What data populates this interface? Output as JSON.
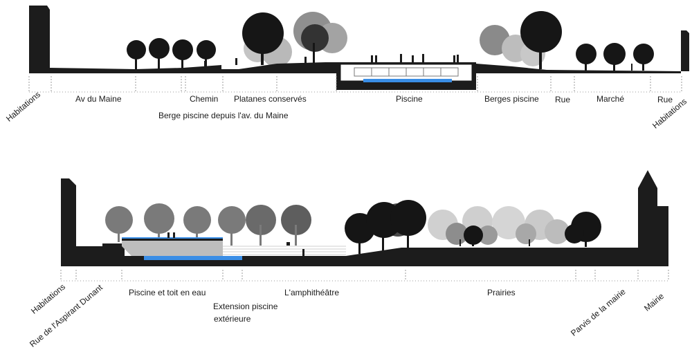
{
  "section_top": {
    "labels": {
      "habitations_left": "Habitations",
      "av_du_maine": "Av du Maine",
      "chemin": "Chemin",
      "platanes": "Platanes conservés",
      "berge_piscine_maine": "Berge piscine depuis l'av. du Maine",
      "piscine": "Piscine",
      "berges_piscine": "Berges piscine",
      "rue_1": "Rue",
      "marche": "Marché",
      "rue_2": "Rue",
      "habitations_right": "Habitations"
    }
  },
  "section_bottom": {
    "labels": {
      "habitations": "Habitations",
      "rue_aspirant": "Rue de l'Aspirant Dunant",
      "piscine_toit": "Piscine et toit en eau",
      "extension_1": "Extension piscine",
      "extension_2": "extérieure",
      "amphitheatre": "L'amphithéâtre",
      "prairies": "Prairies",
      "parvis": "Parvis de la mairie",
      "mairie": "Mairie"
    }
  },
  "colors": {
    "ground": "#1c1c1c",
    "water": "#3a8ee6",
    "tree_dark": "#151515",
    "tree_mid": "#7a7a7a",
    "tree_light": "#b8b8b8",
    "pool_gray": "#bdbdbd"
  }
}
